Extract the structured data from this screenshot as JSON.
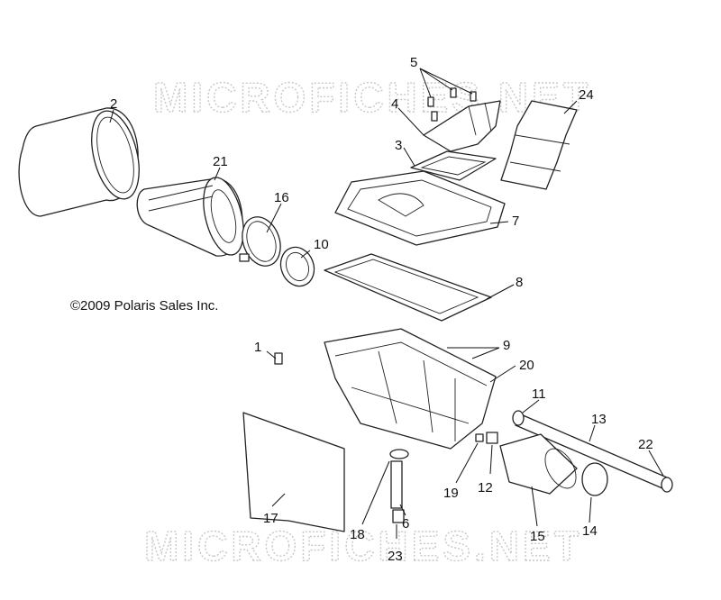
{
  "watermark": {
    "text": "MICROFICHES.NET"
  },
  "copyright": {
    "text": "©2009 Polaris Sales Inc."
  },
  "callouts": [
    {
      "id": "1",
      "label": "1"
    },
    {
      "id": "2",
      "label": "2"
    },
    {
      "id": "3",
      "label": "3"
    },
    {
      "id": "4",
      "label": "4"
    },
    {
      "id": "5",
      "label": "5"
    },
    {
      "id": "6",
      "label": "6"
    },
    {
      "id": "7",
      "label": "7"
    },
    {
      "id": "8",
      "label": "8"
    },
    {
      "id": "9",
      "label": "9"
    },
    {
      "id": "10",
      "label": "10"
    },
    {
      "id": "11",
      "label": "11"
    },
    {
      "id": "12",
      "label": "12"
    },
    {
      "id": "13",
      "label": "13"
    },
    {
      "id": "14",
      "label": "14"
    },
    {
      "id": "15",
      "label": "15"
    },
    {
      "id": "16",
      "label": "16"
    },
    {
      "id": "17",
      "label": "17"
    },
    {
      "id": "18",
      "label": "18"
    },
    {
      "id": "19",
      "label": "19"
    },
    {
      "id": "20",
      "label": "20"
    },
    {
      "id": "21",
      "label": "21"
    },
    {
      "id": "22",
      "label": "22"
    },
    {
      "id": "23",
      "label": "23"
    },
    {
      "id": "24",
      "label": "24"
    }
  ]
}
